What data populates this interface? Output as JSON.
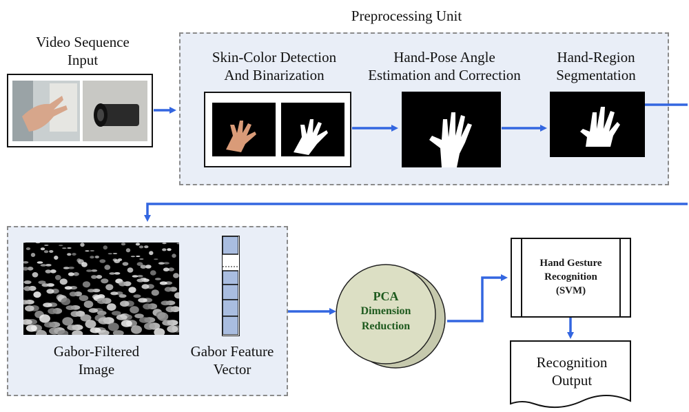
{
  "preprocessing": {
    "title": "Preprocessing Unit",
    "skin_label_line1": "Skin-Color Detection",
    "skin_label_line2": "And Binarization",
    "pose_label_line1": "Hand-Pose Angle",
    "pose_label_line2": "Estimation and Correction",
    "segment_label_line1": "Hand-Region",
    "segment_label_line2": "Segmentation"
  },
  "input": {
    "label_line1": "Video Sequence",
    "label_line2": "Input"
  },
  "gabor": {
    "filtered_line1": "Gabor-Filtered",
    "filtered_line2": "Image",
    "vector_line1": "Gabor Feature",
    "vector_line2": "Vector"
  },
  "pca": {
    "line1": "PCA",
    "line2": "Dimension",
    "line3": "Reduction"
  },
  "svm": {
    "line1": "Hand Gesture",
    "line2": "Recognition",
    "line3": "(SVM)"
  },
  "output": {
    "line1": "Recognition",
    "line2": "Output"
  },
  "colors": {
    "arrow": "#3366e0",
    "panel_fill": "#e9eef7",
    "pca_fill": "#dcdfc4",
    "pca_text": "#1e5a1e",
    "vector_cell": "#a9bde0"
  }
}
